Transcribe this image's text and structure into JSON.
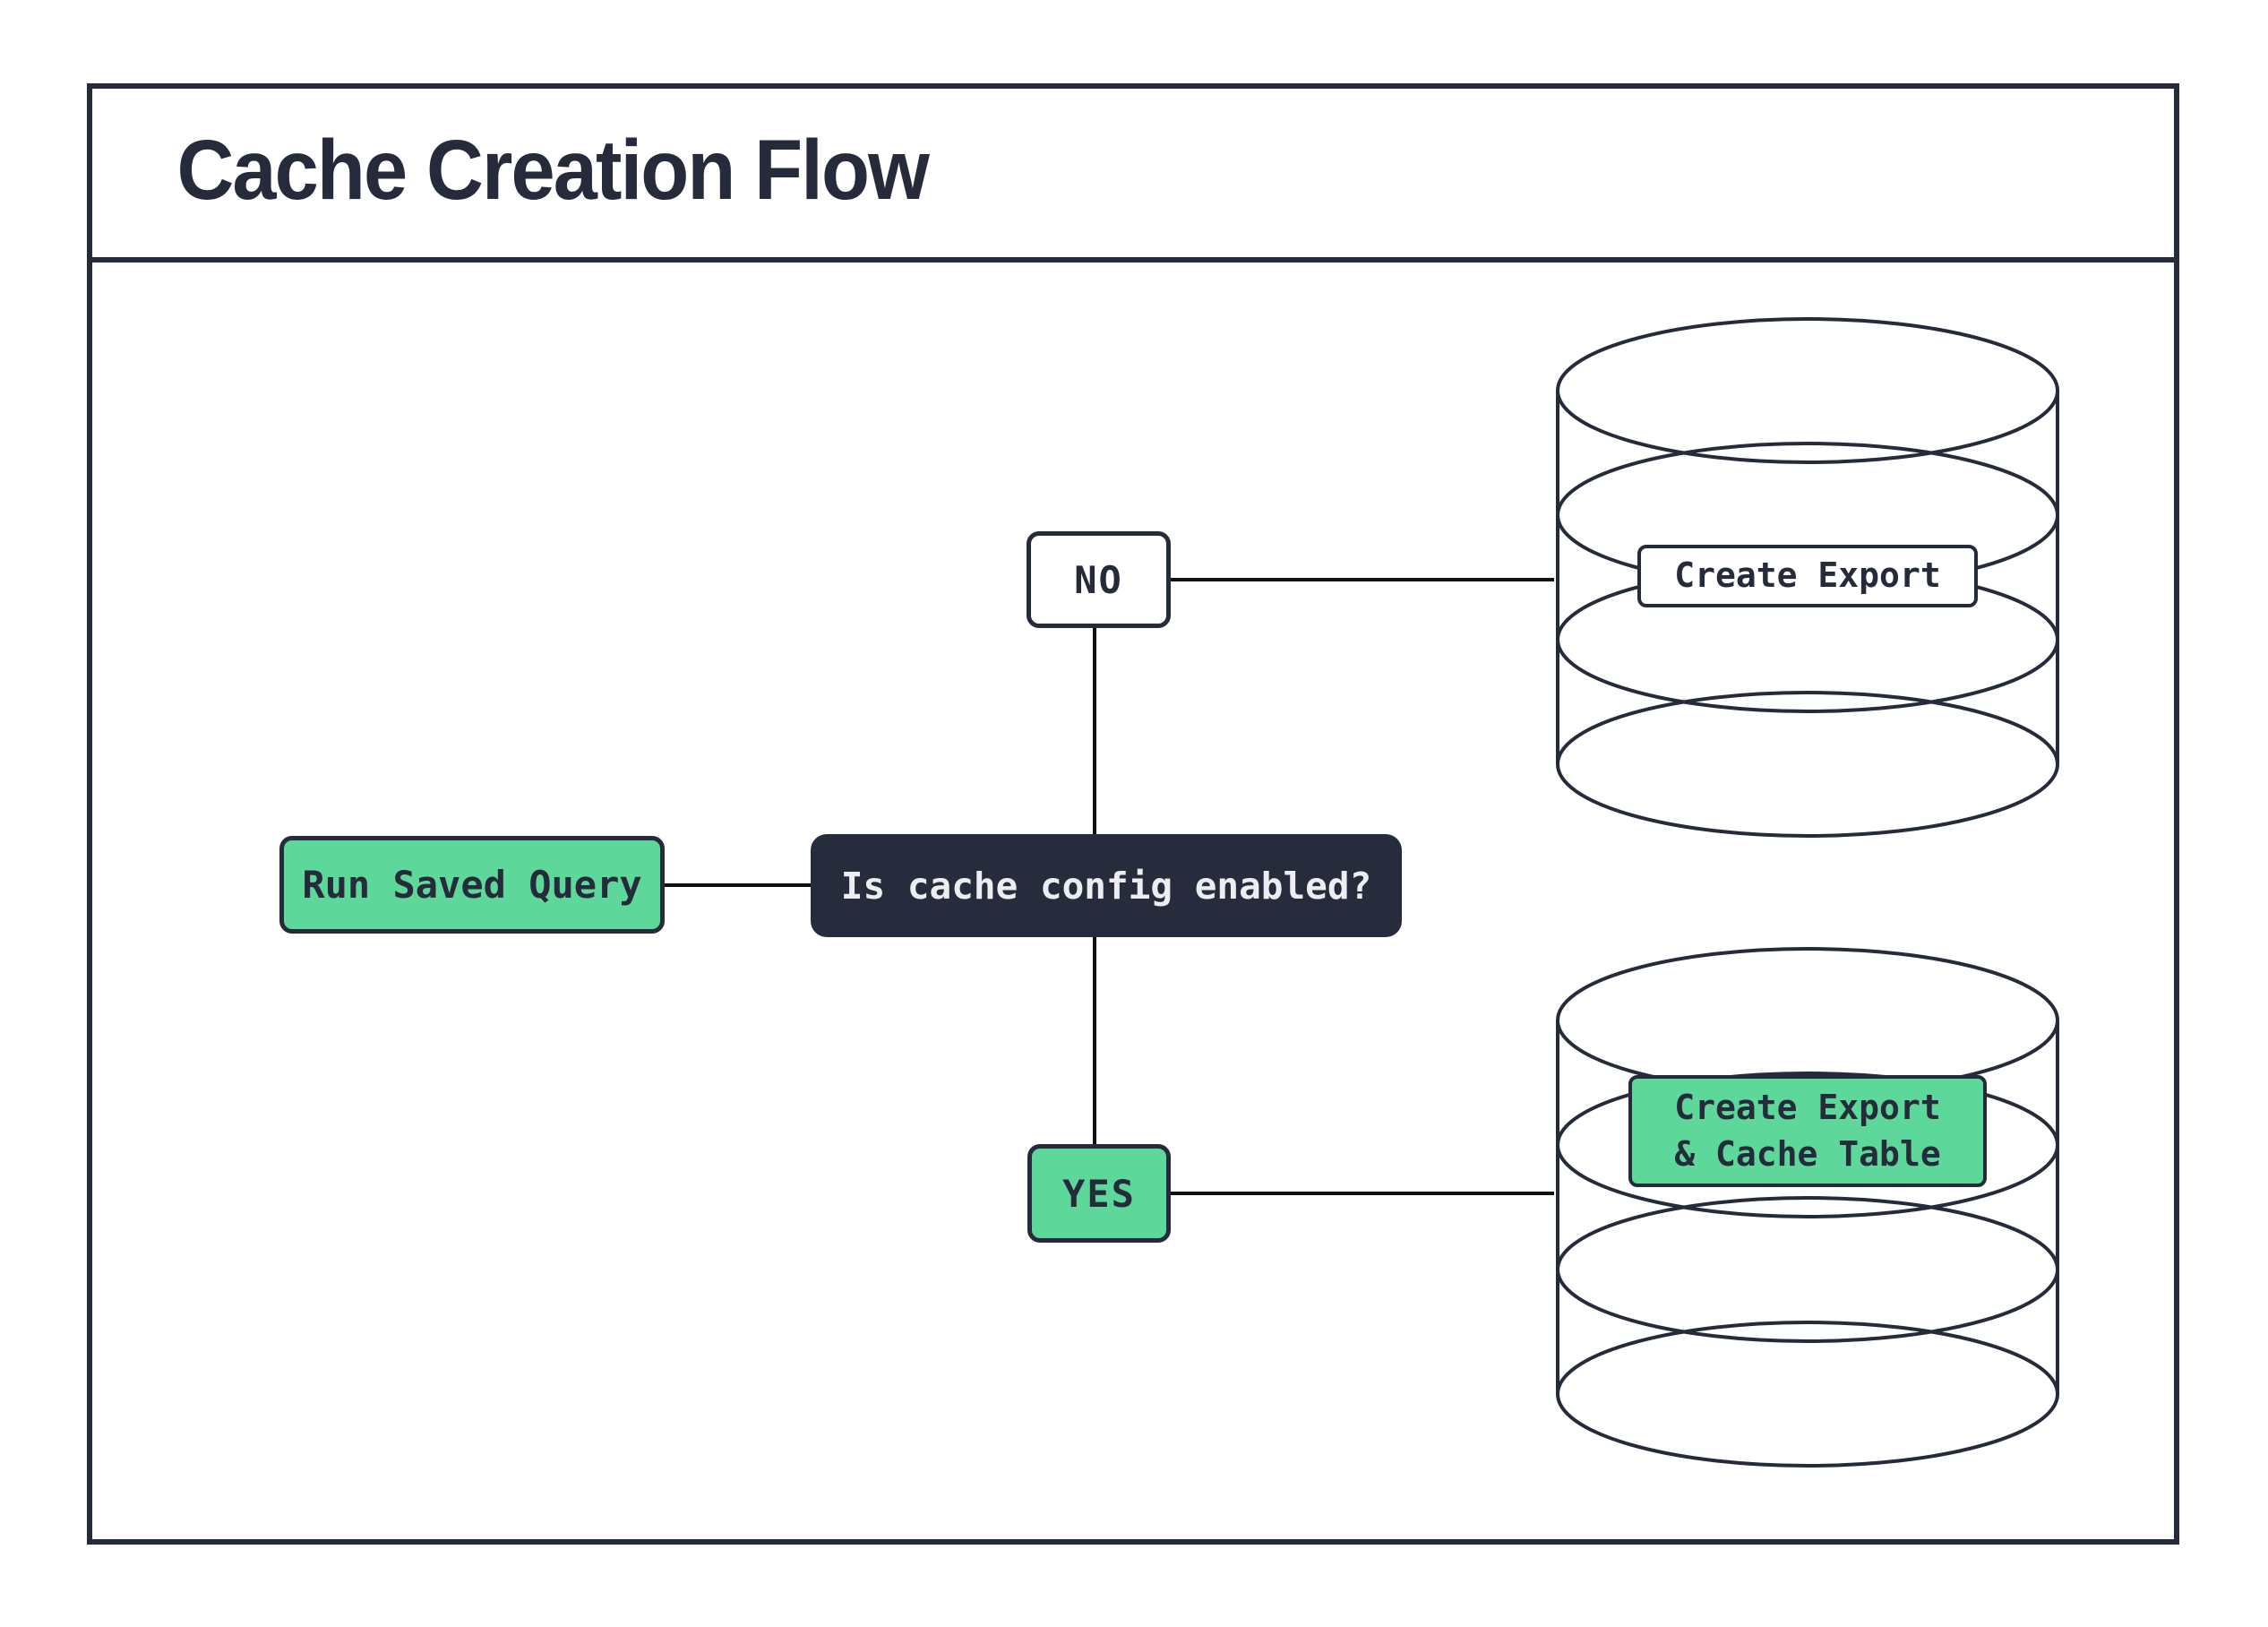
{
  "title": "Cache Creation Flow",
  "colors": {
    "ink": "#252b3a",
    "green": "#5ed79a",
    "dark_fill": "#262c3c",
    "light_text": "#eceef2",
    "line": "#111111",
    "bg": "#ffffff"
  },
  "nodes": {
    "start": {
      "label": "Run Saved Query"
    },
    "decision": {
      "label": "Is cache config enabled?"
    },
    "no": {
      "label": "NO"
    },
    "yes": {
      "label": "YES"
    },
    "export_db": {
      "label": "Create Export"
    },
    "cache_db": {
      "label_line1": "Create Export",
      "label_line2": "& Cache Table"
    }
  }
}
